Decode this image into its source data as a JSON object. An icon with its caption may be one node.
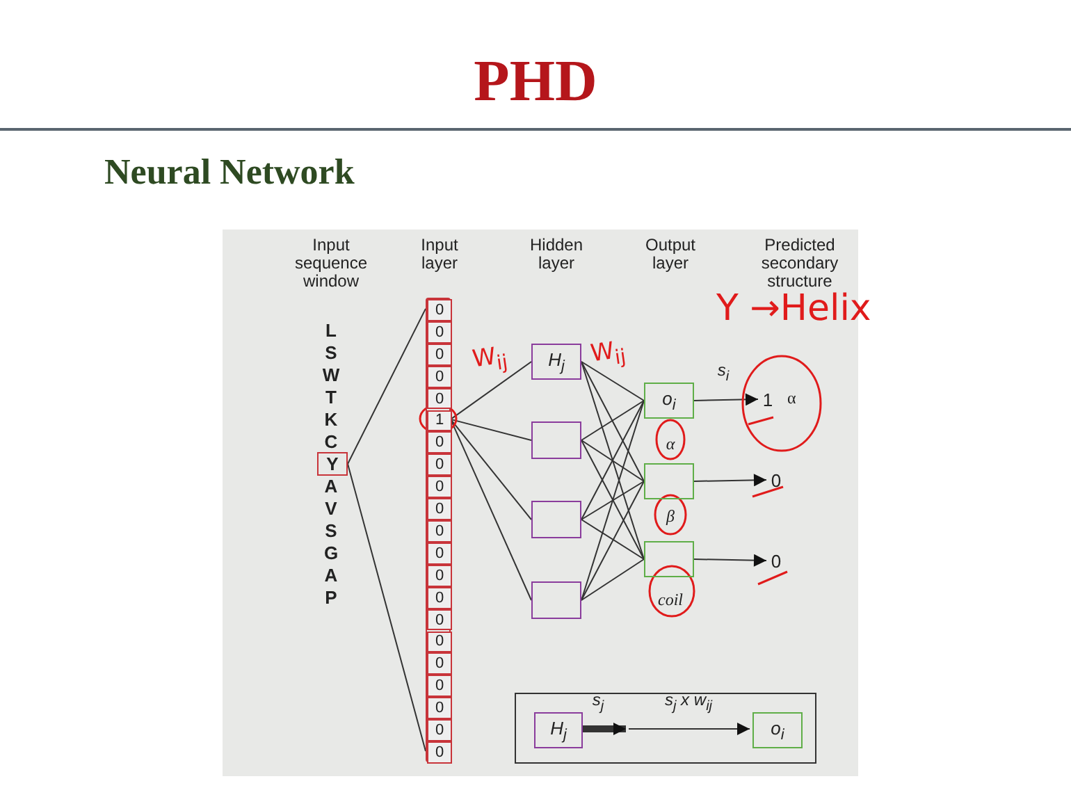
{
  "diagram": {
    "title": "PHD",
    "nodes": [
      {
        "text": [
          "Y"
        ]
      },
      {
        "text": [],
        "shape": "bar"
      },
      {
        "text": [
          "0"
        ],
        "in": 1
      },
      {
        "text": [
          "0"
        ],
        "in": 1
      },
      {
        "text": [
          "0"
        ],
        "in": 1
      },
      {
        "text": [
          "0"
        ],
        "in": 1
      },
      {
        "text": [
          "0"
        ],
        "in": 1
      },
      {
        "text": [
          "1"
        ],
        "in": 1
      },
      {
        "text": [
          "0"
        ],
        "in": 1
      },
      {
        "text": [
          "0"
        ],
        "in": 1
      },
      {
        "text": [
          "0"
        ],
        "in": 1
      },
      {
        "text": [
          "0"
        ],
        "in": 1
      },
      {
        "text": [
          "0"
        ],
        "in": 1
      },
      {
        "text": [
          "0"
        ],
        "in": 1
      },
      {
        "text": [
          "0"
        ],
        "in": 1
      },
      {
        "text": [
          "0"
        ],
        "in": 1
      },
      {
        "text": [
          "0"
        ],
        "in": 1
      },
      {
        "text": [
          "0"
        ],
        "in": 1
      },
      {
        "text": [
          "0"
        ],
        "in": 1
      },
      {
        "text": [
          "0"
        ],
        "in": 1
      },
      {
        "text": [
          "0"
        ],
        "in": 1
      },
      {
        "text": [
          "0"
        ],
        "in": 1
      },
      {
        "text": [
          "0"
        ],
        "in": 1
      },
      {
        "text": [
          "H$_{j}$"
        ]
      },
      {
        "text": [],
        "shape": "box"
      },
      {
        "text": [],
        "shape": "box"
      },
      {
        "text": [],
        "shape": "box"
      },
      {
        "text": [
          "o$_{i}$"
        ],
        "beside": [
          "α"
        ]
      },
      {
        "text": [],
        "shape": "box",
        "beside": [
          "β"
        ]
      },
      {
        "text": [],
        "shape": "box",
        "beside": [
          "coil"
        ]
      },
      {
        "text": [
          "1"
        ],
        "beside": [
          "α"
        ]
      },
      {
        "text": [
          "0"
        ]
      },
      {
        "text": [
          "0"
        ]
      },
      {
        "text": [],
        "shape": "box"
      },
      {
        "text": [
          "H$_{j}$"
        ],
        "in": 33
      },
      {
        "text": [
          "o$_{i}$"
        ],
        "in": 33
      }
    ],
    "edges": [
      {
        "from": 0,
        "to": 2,
        "arrow": "none"
      },
      {
        "from": 0,
        "to": 22,
        "arrow": "none"
      },
      {
        "from": 7,
        "to": 23,
        "arrow": "none"
      },
      {
        "from": 7,
        "to": 24,
        "arrow": "none"
      },
      {
        "from": 7,
        "to": 25,
        "arrow": "none"
      },
      {
        "from": 7,
        "to": 26,
        "arrow": "none"
      },
      {
        "from": 23,
        "to": 27,
        "arrow": "none"
      },
      {
        "from": 23,
        "to": 28,
        "arrow": "none"
      },
      {
        "from": 23,
        "to": 29,
        "arrow": "none"
      },
      {
        "from": 24,
        "to": 27,
        "arrow": "none"
      },
      {
        "from": 24,
        "to": 28,
        "arrow": "none"
      },
      {
        "from": 24,
        "to": 29,
        "arrow": "none"
      },
      {
        "from": 25,
        "to": 27,
        "arrow": "none"
      },
      {
        "from": 25,
        "to": 28,
        "arrow": "none"
      },
      {
        "from": 25,
        "to": 29,
        "arrow": "none"
      },
      {
        "from": 26,
        "to": 27,
        "arrow": "none"
      },
      {
        "from": 26,
        "to": 28,
        "arrow": "none"
      },
      {
        "from": 26,
        "to": 29,
        "arrow": "none"
      },
      {
        "from": 27,
        "to": 30,
        "arrow": "to",
        "label": "s$_{i}$"
      },
      {
        "from": 28,
        "to": 31,
        "arrow": "to"
      },
      {
        "from": 29,
        "to": 32,
        "arrow": "to"
      },
      {
        "from": 34,
        "to": null,
        "arrow": "to",
        "style": "thick",
        "label": "s$_{j}$"
      },
      {
        "from": null,
        "to": 35,
        "arrow": "to",
        "label": "s$_{j}$ x w$_{ij}$"
      }
    ],
    "labels": [
      "Neural Network",
      "Input sequence window",
      "Input layer",
      "Hidden layer",
      "Output layer",
      "Predicted secondary structure",
      "L",
      "S",
      "W",
      "T",
      "K",
      "C",
      "A",
      "V",
      "S",
      "G",
      "A",
      "P",
      "W$_{ij}$",
      "W$_{ij}$",
      "Y →Helix"
    ]
  }
}
